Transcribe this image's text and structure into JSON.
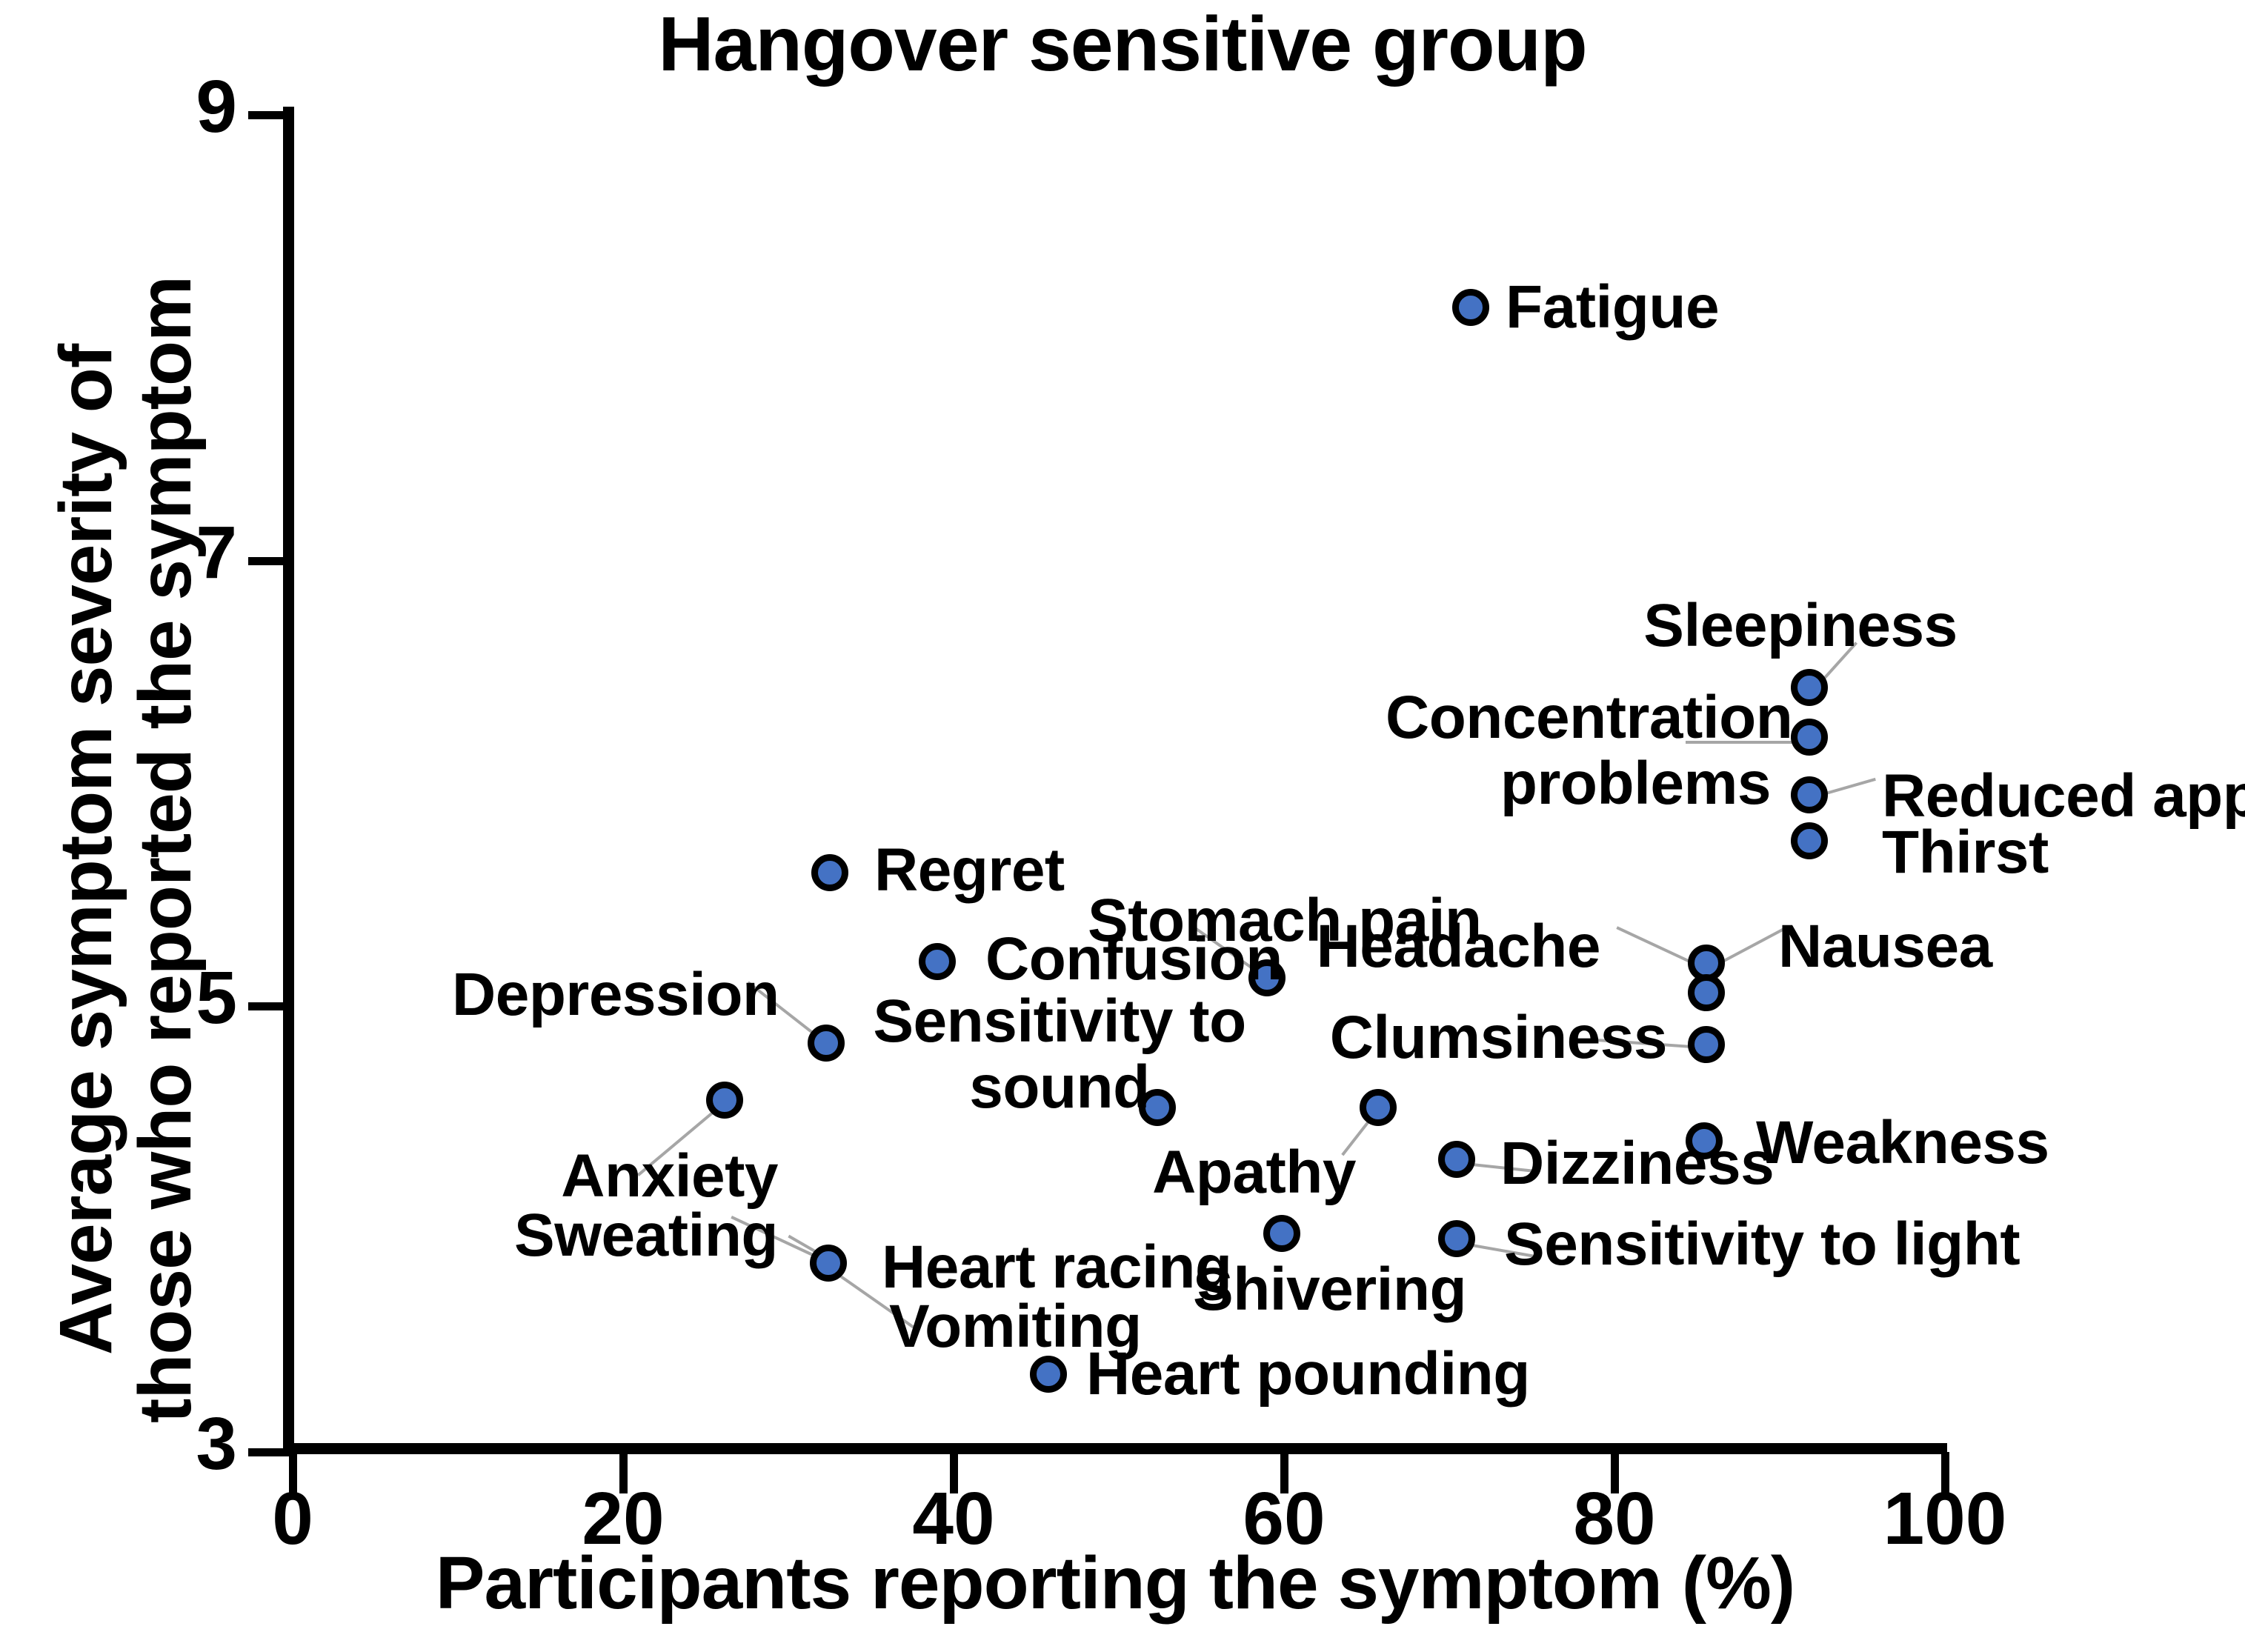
{
  "chart_data": {
    "type": "scatter",
    "title": "Hangover sensitive group",
    "xlabel": "Participants reporting the symptom (%)",
    "ylabel_line1": "Average symptom severity of",
    "ylabel_line2": "those who reported the symptom",
    "xlim": [
      0,
      100
    ],
    "ylim": [
      3,
      9
    ],
    "xticks": [
      "0",
      "20",
      "40",
      "60",
      "80",
      "100"
    ],
    "yticks": [
      "9",
      "7",
      "5",
      "3"
    ],
    "grid": false,
    "legend": "none",
    "marker_color": "#4472C4",
    "marker_edge_color": "#000000",
    "leader_color": "#a6a6a6",
    "points": [
      {
        "label": "Fatigue",
        "x": 71.5,
        "y": 8.0
      },
      {
        "label": "Sleepiness",
        "x": 92.0,
        "y": 6.42
      },
      {
        "label": "Concentration problems",
        "x": 92.0,
        "y": 6.2
      },
      {
        "label": "Reduced appetite",
        "x": 92.0,
        "y": 5.94
      },
      {
        "label": "Thirst",
        "x": 92.0,
        "y": 5.73
      },
      {
        "label": "Regret",
        "x": 32.7,
        "y": 5.58
      },
      {
        "label": "Confusion",
        "x": 39.2,
        "y": 5.18
      },
      {
        "label": "Headache",
        "x": 86.0,
        "y": 5.18
      },
      {
        "label": "Stomach pain",
        "x": 59.2,
        "y": 5.11
      },
      {
        "label": "Nausea",
        "x": 86.0,
        "y": 5.04
      },
      {
        "label": "Depression",
        "x": 32.5,
        "y": 4.82
      },
      {
        "label": "Clumsiness",
        "x": 86.0,
        "y": 4.81
      },
      {
        "label": "Anxiety",
        "x": 26.4,
        "y": 4.56
      },
      {
        "label": "Sensitivity to sound",
        "x": 52.5,
        "y": 4.56
      },
      {
        "label": "Apathy",
        "x": 66.0,
        "y": 4.56
      },
      {
        "label": "Weakness",
        "x": 85.7,
        "y": 4.38
      },
      {
        "label": "Dizziness",
        "x": 70.7,
        "y": 4.3
      },
      {
        "label": "Shivering",
        "x": 60.1,
        "y": 3.97
      },
      {
        "label": "Sensitivity to light",
        "x": 70.7,
        "y": 3.94
      },
      {
        "label": "Heart racing",
        "x": 32.6,
        "y": 3.81
      },
      {
        "label": "Vomiting",
        "x": 32.6,
        "y": 3.81
      },
      {
        "label": "Heart pounding",
        "x": 46.0,
        "y": 3.31
      }
    ]
  },
  "axes": {
    "y_ticks": [
      {
        "value": "9",
        "top": 150
      },
      {
        "value": "7",
        "top": 752
      },
      {
        "value": "5",
        "top": 1353
      },
      {
        "value": "3",
        "top": 1955
      }
    ],
    "x_ticks": [
      {
        "value": "0",
        "left": 390
      },
      {
        "value": "20",
        "left": 836
      },
      {
        "value": "40",
        "left": 1282
      },
      {
        "value": "60",
        "left": 1728
      },
      {
        "value": "80",
        "left": 2174
      },
      {
        "value": "100",
        "left": 2620
      }
    ]
  },
  "labels": {
    "fatigue": "Fatigue",
    "sleepiness": "Sleepiness",
    "concentration_problems_l1": "Concentration",
    "concentration_problems_l2": "problems",
    "reduced_appetite": "Reduced appetite",
    "thirst": "Thirst",
    "regret": "Regret",
    "stomach_pain": "Stomach pain",
    "confusion": "Confusion",
    "headache": "Headache",
    "nausea": "Nausea",
    "depression": "Depression",
    "sensitivity_to_sound_l1": "Sensitivity to",
    "sensitivity_to_sound_l2": "sound",
    "clumsiness": "Clumsiness",
    "anxiety": "Anxiety",
    "sweating": "Sweating",
    "apathy": "Apathy",
    "dizziness": "Dizziness",
    "weakness": "Weakness",
    "heart_racing": "Heart racing",
    "vomiting": "Vomiting",
    "shivering": "Shivering",
    "sensitivity_to_light": "Sensitivity to light",
    "heart_pounding": "Heart pounding"
  }
}
